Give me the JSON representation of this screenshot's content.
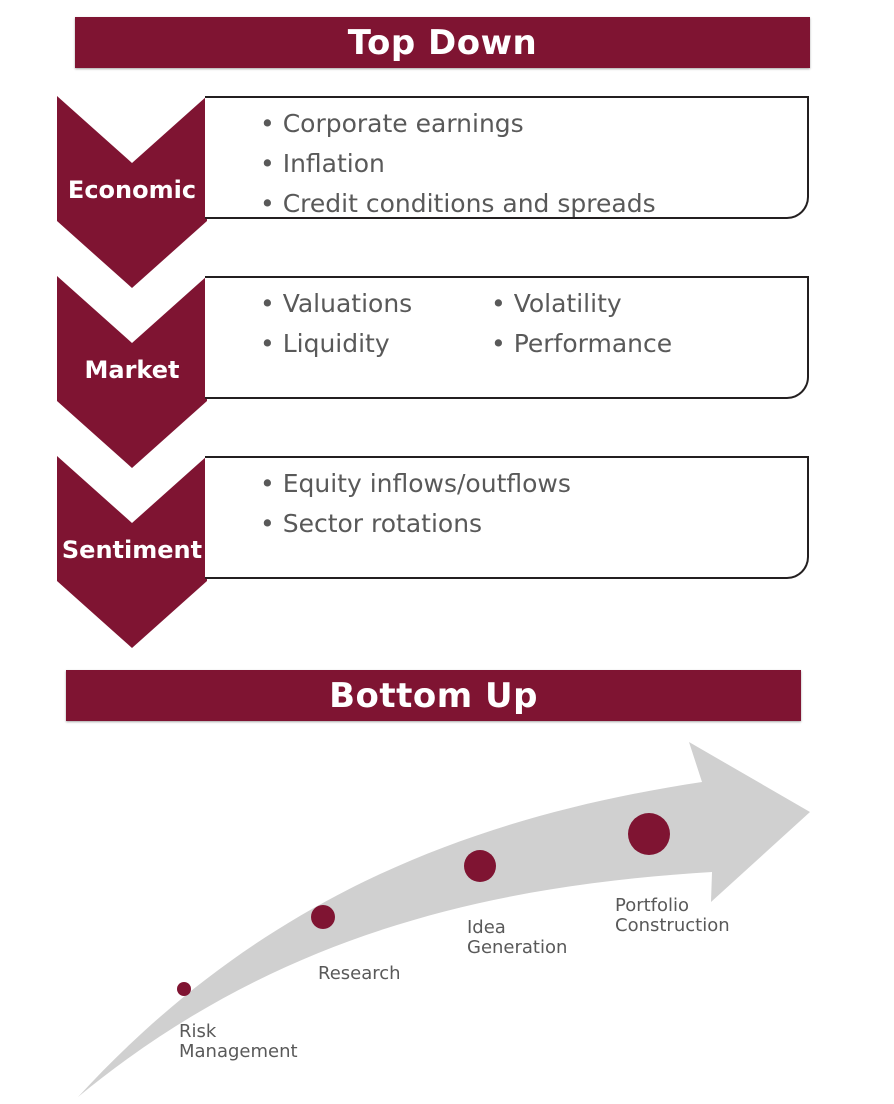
{
  "top_banner": "Top Down",
  "bottom_banner": "Bottom Up",
  "colors": {
    "accent": "#7f1432",
    "arrow": "#d0d0d0",
    "text": "#595959"
  },
  "sections": [
    {
      "label": "Economic",
      "col_a": [
        "Corporate earnings",
        "Inflation",
        "Credit conditions and spreads"
      ],
      "col_b": []
    },
    {
      "label": "Market",
      "col_a": [
        "Valuations",
        "Liquidity"
      ],
      "col_b": [
        "Volatility",
        "Performance"
      ]
    },
    {
      "label": "Sentiment",
      "col_a": [
        "Equity inflows/outflows",
        "Sector rotations"
      ],
      "col_b": []
    }
  ],
  "stages": {
    "risk": {
      "line1": "Risk",
      "line2": "Management"
    },
    "research": {
      "line1": "Research"
    },
    "idea": {
      "line1": "Idea",
      "line2": "Generation"
    },
    "portfolio": {
      "line1": "Portfolio",
      "line2": "Construction"
    }
  }
}
